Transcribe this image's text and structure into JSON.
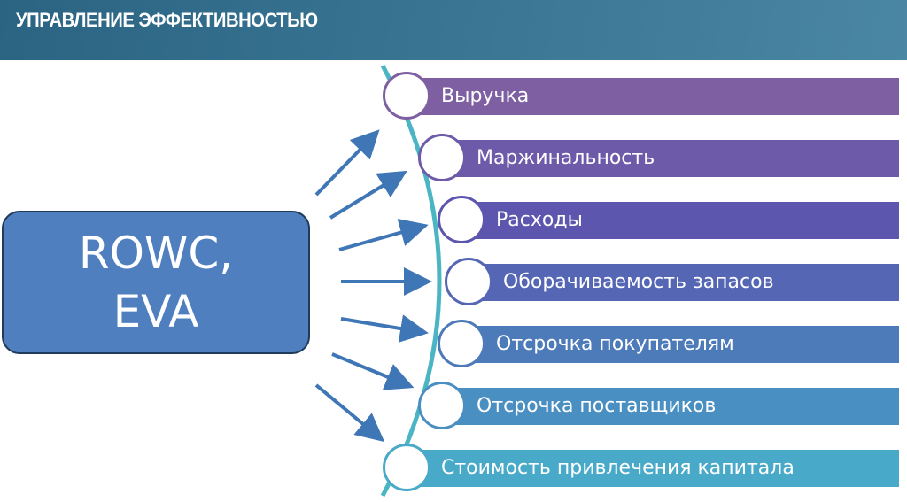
{
  "header": {
    "title": "УПРАВЛЕНИЕ ЭФФЕКТИВНОСТЬЮ"
  },
  "center": {
    "line1": "ROWC,",
    "line2": "EVA"
  },
  "colors": {
    "curve": "#4bb5c3",
    "arrow": "#3f76b5"
  },
  "items": [
    {
      "label": "Выручка",
      "color": "#7e60a2"
    },
    {
      "label": "Маржинальность",
      "color": "#6d5aa9"
    },
    {
      "label": "Расходы",
      "color": "#5d56af"
    },
    {
      "label": "Оборачиваемость запасов",
      "color": "#5566b5"
    },
    {
      "label": "Отсрочка покупателям",
      "color": "#4d7ab9"
    },
    {
      "label": "Отсрочка поставщиков",
      "color": "#4a8fc1"
    },
    {
      "label": "Стоимость привлечения капитала",
      "color": "#48aac8"
    }
  ]
}
